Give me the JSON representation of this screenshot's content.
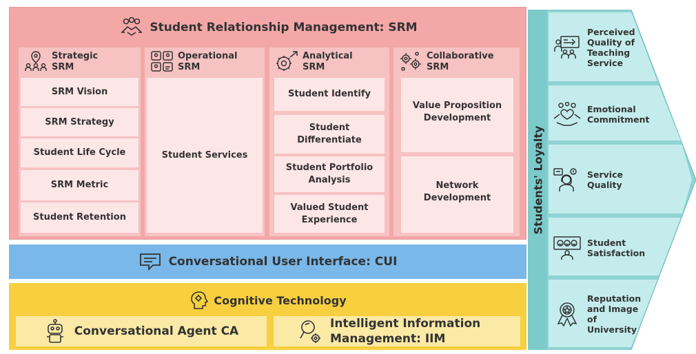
{
  "srm": {
    "title": "Student Relationship Management: SRM",
    "columns": [
      {
        "label": "Strategic SRM",
        "cells": [
          "SRM Vision",
          "SRM Strategy",
          "Student Life Cycle",
          "SRM Metric",
          "Student Retention"
        ]
      },
      {
        "label": "Operational SRM",
        "cells": [
          "Student Services"
        ]
      },
      {
        "label": "Analytical SRM",
        "cells": [
          "Student Identify",
          "Student Differentiate",
          "Student Portfolio Analysis",
          "Valued Student Experience"
        ]
      },
      {
        "label": "Collaborative SRM",
        "cells": [
          "Value Proposition Development",
          "Network Development"
        ]
      }
    ]
  },
  "cui": {
    "title": "Conversational User Interface: CUI"
  },
  "cognitive": {
    "title": "Cognitive Technology",
    "boxes": [
      "Conversational Agent CA",
      "Intelligent Information Management: IIM"
    ]
  },
  "loyalty": {
    "label": "Students' Loyalty",
    "items": [
      "Perceived Quality of Teaching Service",
      "Emotional Commitment",
      "Service Quality",
      "Student Satisfaction",
      "Reputation and Image of University"
    ]
  },
  "colors": {
    "srm_bg": "#f4a7a7",
    "srm_col": "#f7c2c2",
    "srm_cell": "#fde6e6",
    "cui": "#79b8e8",
    "cognitive": "#f7cf3f",
    "cognitive_box": "#fbe9a6",
    "loyalty": "#8fd3d3",
    "loyalty_box": "#c4ecec"
  },
  "icons": [
    "handshake-people-icon",
    "strategy-location-icon",
    "operational-people-icon",
    "analytics-gear-icon",
    "collaborative-gears-icon",
    "chat-bubble-icon",
    "brain-gear-icon",
    "robot-icon",
    "magnifier-gear-icon",
    "teaching-icon",
    "heart-handshake-icon",
    "customer-service-icon",
    "satisfaction-icon",
    "award-ribbon-icon"
  ]
}
